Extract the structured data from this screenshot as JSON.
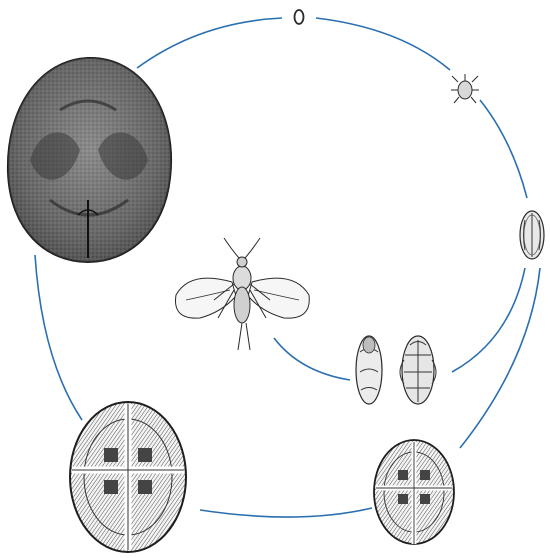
{
  "diagram": {
    "stages": [
      {
        "id": "egg",
        "icon": "egg-icon"
      },
      {
        "id": "crawler",
        "icon": "crawler-icon"
      },
      {
        "id": "first-instar-settled",
        "icon": "first-instar-icon"
      },
      {
        "id": "prepupa",
        "icon": "prepupa-icon"
      },
      {
        "id": "pupa",
        "icon": "pupa-icon"
      },
      {
        "id": "adult-male",
        "icon": "winged-male-icon"
      },
      {
        "id": "second-instar",
        "icon": "second-instar-icon"
      },
      {
        "id": "third-instar",
        "icon": "third-instar-icon"
      },
      {
        "id": "adult-female",
        "icon": "adult-female-icon"
      }
    ],
    "colors": {
      "cycle_line": "#2a6fb0",
      "ink": "#2b2b2b",
      "stipple": "#555555",
      "paper": "#ffffff"
    }
  }
}
